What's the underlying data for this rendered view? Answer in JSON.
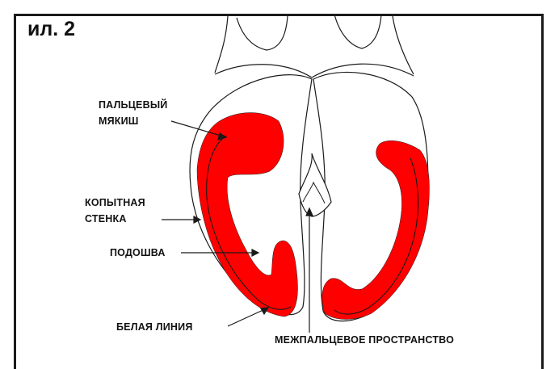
{
  "figure": {
    "title": "ил. 2",
    "labels": {
      "digital_cushion_line1": "ПАЛЬЦЕВЫЙ",
      "digital_cushion_line2": "МЯКИШ",
      "hoof_wall_line1": "КОПЫТНАЯ",
      "hoof_wall_line2": "СТЕНКА",
      "sole": "ПОДОШВА",
      "white_line": "БЕЛАЯ ЛИНИЯ",
      "interdigital_space": "МЕЖПАЛЬЦЕВОЕ ПРОСТРАНСТВО"
    },
    "colors": {
      "highlight": "#ff0000",
      "outline": "#1a1a1a",
      "background": "#ffffff"
    }
  }
}
